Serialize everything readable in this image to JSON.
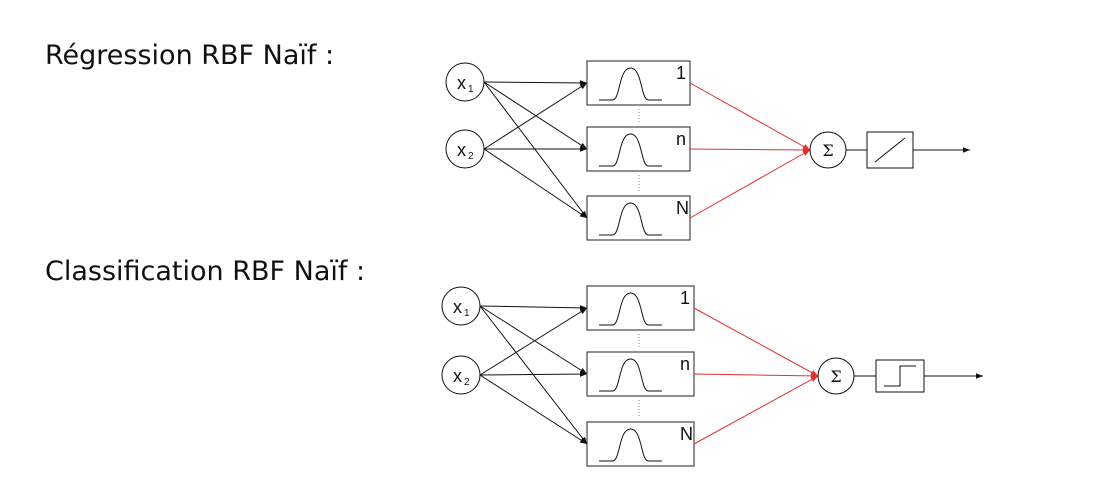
{
  "headings": {
    "regression": "Régression RBF Naïf :",
    "classification": "Classification RBF Naïf :"
  },
  "diagrams": [
    {
      "id": "regression",
      "inputs": [
        {
          "base": "x",
          "sub": "1"
        },
        {
          "base": "x",
          "sub": "2"
        }
      ],
      "rbf_units": [
        "1",
        "n",
        "N"
      ],
      "sum_symbol": "Σ",
      "activation": "linear-icon"
    },
    {
      "id": "classification",
      "inputs": [
        {
          "base": "x",
          "sub": "1"
        },
        {
          "base": "x",
          "sub": "2"
        }
      ],
      "rbf_units": [
        "1",
        "n",
        "N"
      ],
      "sum_symbol": "Σ",
      "activation": "step-icon"
    }
  ],
  "colors": {
    "input_edges": "#111111",
    "output_edges": "#e03030",
    "boxes": "#222222"
  }
}
